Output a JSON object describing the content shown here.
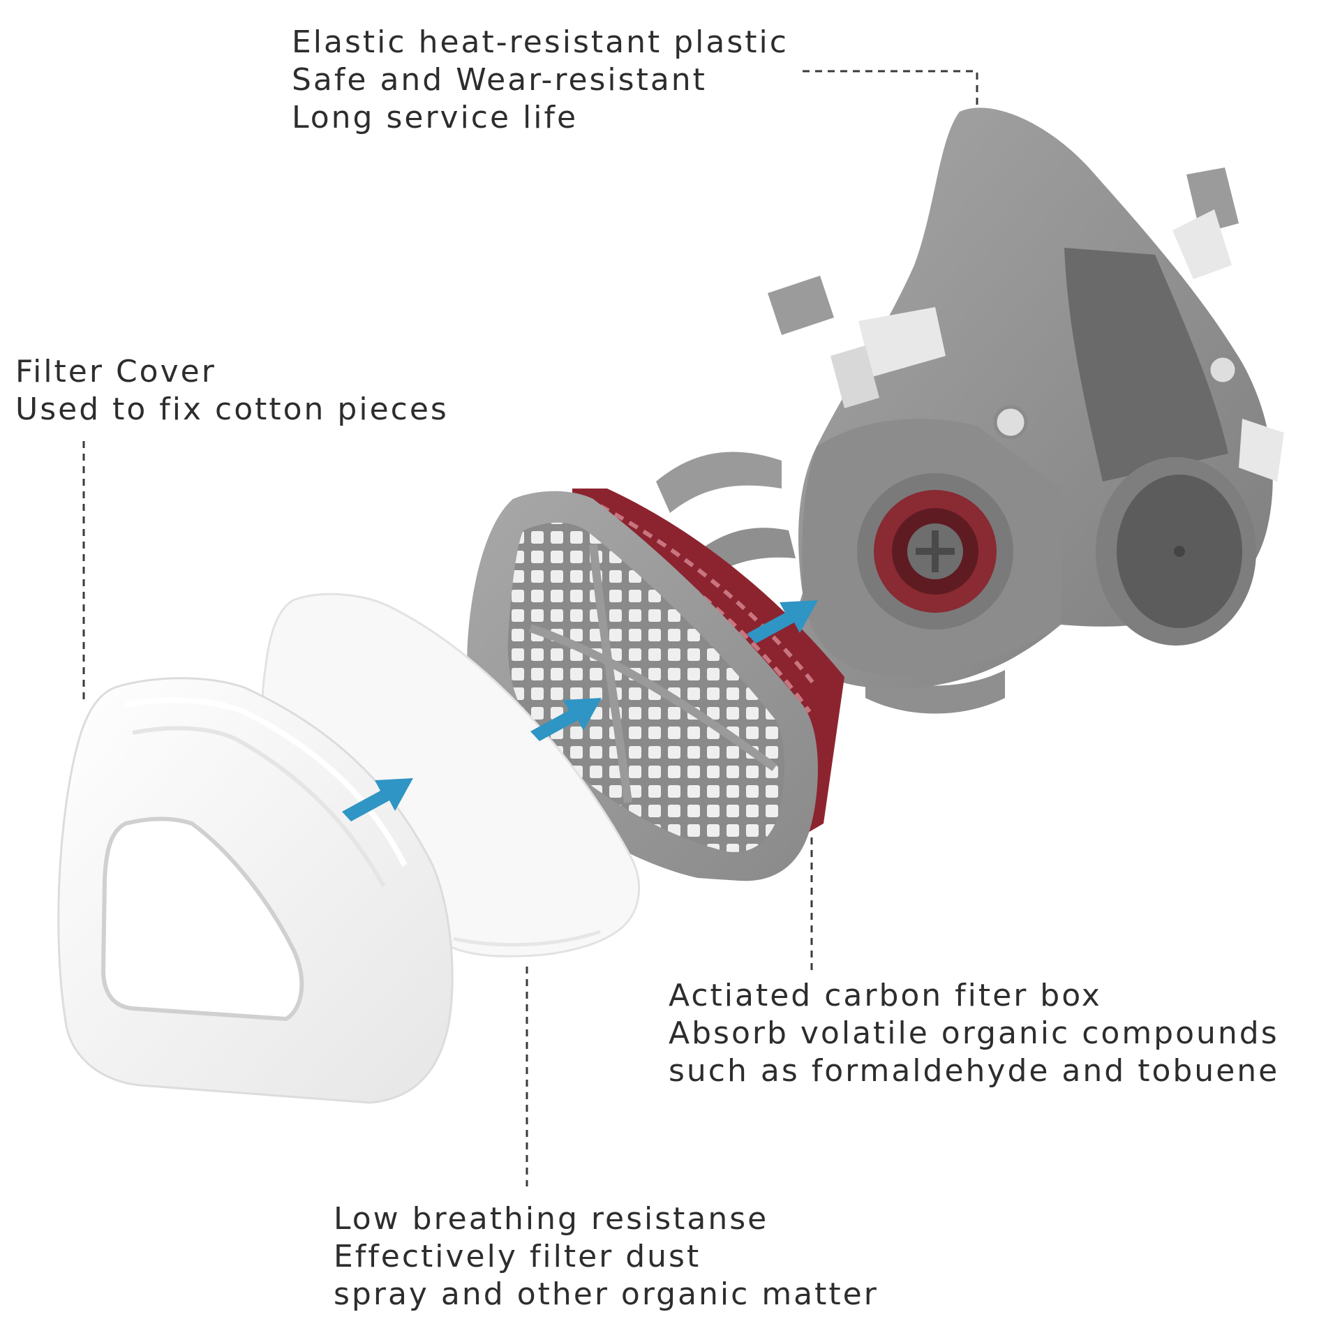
{
  "labels": {
    "mask": {
      "lines": [
        "Elastic heat-resistant plastic",
        "Safe and Wear-resistant",
        "Long service life"
      ]
    },
    "filter_cover": {
      "lines": [
        "Filter Cover",
        "Used to fix cotton pieces"
      ]
    },
    "carbon_box": {
      "lines": [
        "Actiated carbon fiter box",
        "Absorb volatile organic compounds",
        "such as formaldehyde and tobuene"
      ]
    },
    "cotton": {
      "lines": [
        "Low breathing resistanse",
        "Effectively filter dust",
        "spray and other organic matter"
      ]
    }
  },
  "colors": {
    "arrow": "#2f95c4",
    "mask_body": "#8e8e8e",
    "mask_dark": "#666666",
    "strap": "#9a9a9a",
    "clip": "#e8e8e8",
    "valve_red": "#8a2a33",
    "cartridge": "#999999",
    "cartridge_red": "#8c2430",
    "cotton": "#f8f8f8",
    "cover": "#f1f1f1",
    "leader": "#3a3a3a",
    "text": "#2d2d2d"
  },
  "icons": [
    "blue-arrow-icon"
  ]
}
